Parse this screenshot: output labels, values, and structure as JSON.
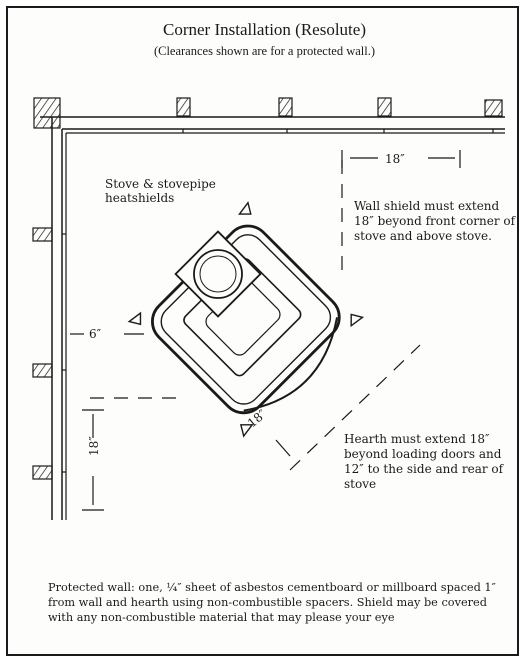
{
  "title": "Corner Installation (Resolute)",
  "subtitle": "(Clearances shown are for a protected wall.)",
  "labels": {
    "stove_shield": "Stove & stovepipe heatshields",
    "wall_shield_note": "Wall shield must extend 18″ beyond front corner of stove and above stove.",
    "hearth_note": "Hearth must extend 18″ beyond loading doors and 12″ to the side and rear of stove",
    "footer": "Protected wall: one, ¼″ sheet of asbestos cementboard or millboard spaced 1″ from wall and hearth using non-combustible spacers. Shield may be covered with any non-combustible material that may please your eye"
  },
  "dimensions": {
    "top_clearance": "18″",
    "left_clearance": "6″",
    "front_clearance": "18″",
    "side_clearance": "18″"
  }
}
